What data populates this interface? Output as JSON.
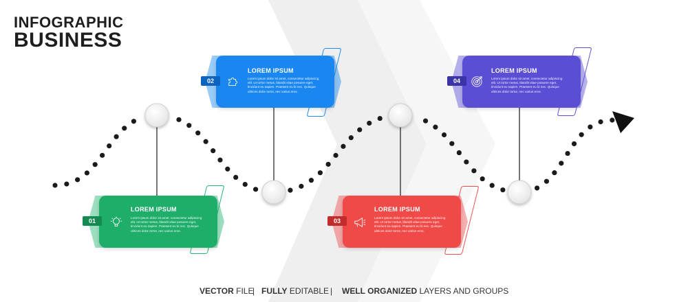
{
  "header": {
    "title_line1": "INFOGRAPHIC",
    "title_line2": "BUSINESS"
  },
  "steps": [
    {
      "number": "01",
      "title": "LOREM IPSUM",
      "body": "Lorem ipsum dolor sit amet, consectetur adipiscing elit. Ut tortor metus, blandit vitae posuere eget, tincidunt eu sapien. Praesent eu bi nec. Quisque ultrices dolor tortor, nec varius eros.",
      "icon": "lightbulb-icon",
      "color": "#22b573"
    },
    {
      "number": "02",
      "title": "LOREM IPSUM",
      "body": "Lorem ipsum dolor sit amet, consectetur adipiscing elit. Ut tortor metus, blandit vitae posuere eget, tincidunt eu sapien. Praesent eu bi nec. Quisque ultrices dolor tortor, nec varius eros.",
      "icon": "puzzle-icon",
      "color": "#1a8cf0"
    },
    {
      "number": "03",
      "title": "LOREM IPSUM",
      "body": "Lorem ipsum dolor sit amet, consectetur adipiscing elit. Ut tortor metus, blandit vitae posuere eget, tincidunt eu sapien. Praesent eu bi nec. Quisque ultrices dolor tortor, nec varius eros.",
      "icon": "megaphone-icon",
      "color": "#f04c4c"
    },
    {
      "number": "04",
      "title": "LOREM IPSUM",
      "body": "Lorem ipsum dolor sit amet, consectetur adipiscing elit. Ut tortor metus, blandit vitae posuere eget, tincidunt eu sapien. Praesent eu bi nec. Quisque ultrices dolor tortor, nec varius eros.",
      "icon": "target-icon",
      "color": "#5b4fd6"
    }
  ],
  "footer": {
    "part1_bold": "VECTOR",
    "part1_rest": " FILE",
    "sep": "|",
    "part2_bold": "FULLY",
    "part2_rest": " EDITABLE",
    "part3_bold": "WELL ORGANIZED",
    "part3_rest": " LAYERS AND GROUPS"
  }
}
